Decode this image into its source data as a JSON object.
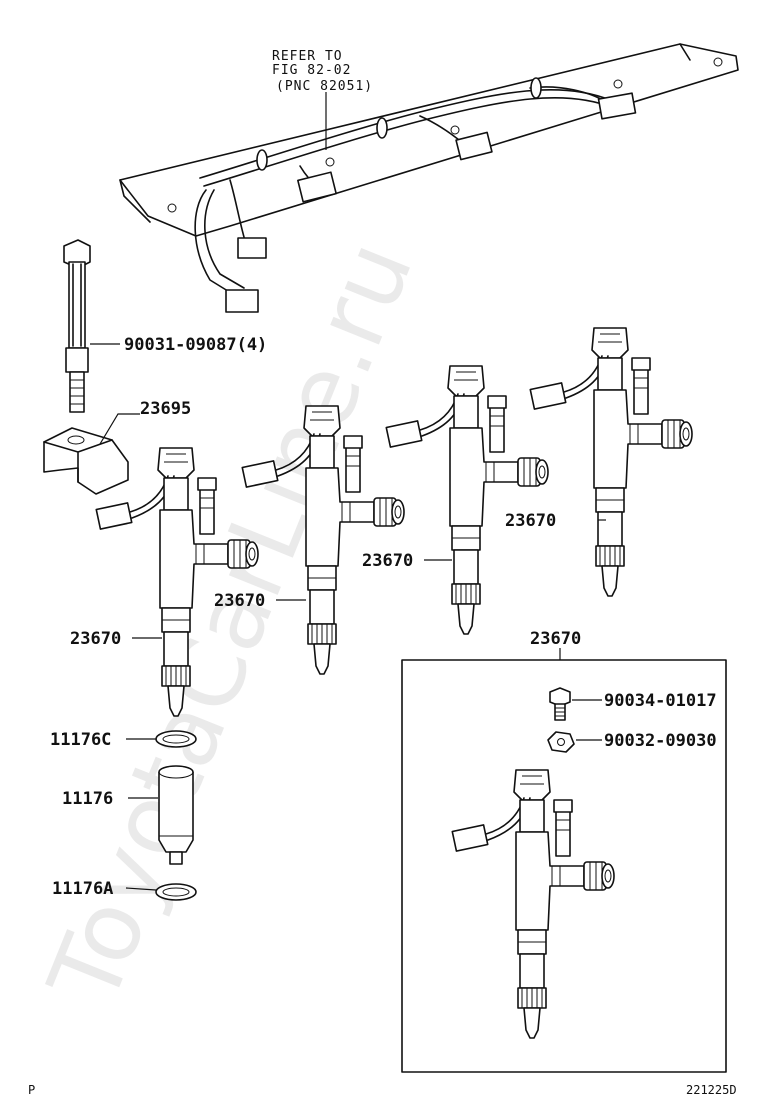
{
  "refer_note": {
    "line1": "REFER TO",
    "line2": "FIG 82-02",
    "line3": "(PNC 82051)"
  },
  "callouts": {
    "bolt": "90031-09087(4)",
    "clamp": "23695",
    "inj_right": "23670",
    "inj_mid_right": "23670",
    "inj_mid_left": "23670",
    "inj_left": "23670",
    "inset": "23670",
    "inset_bolt": "90034-01017",
    "inset_nut": "90032-09030",
    "gasket_c": "11176C",
    "sleeve": "11176",
    "gasket_a": "11176A"
  },
  "watermark": "ToyotaCarLine.ru",
  "corner_left": "P",
  "corner_right": "221225D"
}
